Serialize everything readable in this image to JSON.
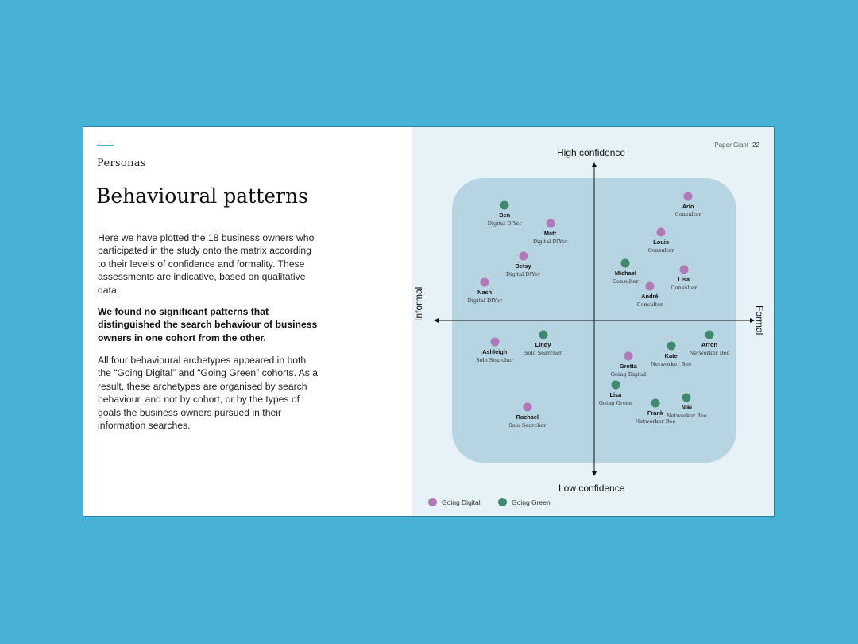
{
  "slide": {
    "section": "Personas",
    "title": "Behavioural patterns",
    "paragraphs": {
      "p1": "Here we have plotted the 18 business owners who participated in the study onto the matrix according to their levels of confidence and formality. These assessments are indicative, based on qualitative data.",
      "p2": "We found no significant patterns that distinguished the search behaviour of business owners in one cohort from the other.",
      "p3": "All four behavioural archetypes appeared in both the “Going Digital” and “Going Green” cohorts. As a result, these archetypes are organised by search behaviour, and not by cohort, or by the types of goals the business owners pursued in their information searches."
    }
  },
  "header": {
    "brand": "Paper Giant",
    "page_number": "22"
  },
  "chart_data": {
    "type": "scatter",
    "axes": {
      "top": "High confidence",
      "bottom": "Low confidence",
      "left": "Informal",
      "right": "Formal"
    },
    "colors": {
      "Going Digital": "#b07ab6",
      "Going Green": "#3f8a6f",
      "matrix": "#b7d4e2"
    },
    "legend": [
      "Going Digital",
      "Going Green"
    ],
    "people": [
      {
        "name": "Ben",
        "role": "Digital DIYer",
        "cohort": "Going Green",
        "formality": -6.3,
        "confidence": 8.1
      },
      {
        "name": "Matt",
        "role": "Digital DIYer",
        "cohort": "Going Digital",
        "formality": -3.1,
        "confidence": 6.8
      },
      {
        "name": "Betsy",
        "role": "Digital DIYer",
        "cohort": "Going Digital",
        "formality": -5.0,
        "confidence": 4.5
      },
      {
        "name": "Nash",
        "role": "Digital DIYer",
        "cohort": "Going Digital",
        "formality": -7.7,
        "confidence": 2.7
      },
      {
        "name": "Arlo",
        "role": "Consulter",
        "cohort": "Going Digital",
        "formality": 6.6,
        "confidence": 8.7
      },
      {
        "name": "Louis",
        "role": "Consulter",
        "cohort": "Going Digital",
        "formality": 4.7,
        "confidence": 6.2
      },
      {
        "name": "Michael",
        "role": "Consulter",
        "cohort": "Going Green",
        "formality": 2.2,
        "confidence": 4.0
      },
      {
        "name": "Lisa",
        "role": "Consulter",
        "cohort": "Going Digital",
        "formality": 6.3,
        "confidence": 3.6
      },
      {
        "name": "André",
        "role": "Consulter",
        "cohort": "Going Digital",
        "formality": 3.9,
        "confidence": 2.4
      },
      {
        "name": "Ashleigh",
        "role": "Solo Searcher",
        "cohort": "Going Digital",
        "formality": -7.0,
        "confidence": -1.5
      },
      {
        "name": "Lindy",
        "role": "Solo Searcher",
        "cohort": "Going Green",
        "formality": -3.6,
        "confidence": -1.0
      },
      {
        "name": "Rachael",
        "role": "Solo Searcher",
        "cohort": "Going Digital",
        "formality": -4.7,
        "confidence": -6.1
      },
      {
        "name": "Arron",
        "role": "Networker Bee",
        "cohort": "Going Green",
        "formality": 8.1,
        "confidence": -1.0
      },
      {
        "name": "Kate",
        "role": "Networker Bee",
        "cohort": "Going Green",
        "formality": 5.4,
        "confidence": -1.8
      },
      {
        "name": "Gretta",
        "role": "Going Digital",
        "cohort": "Going Digital",
        "formality": 2.4,
        "confidence": -2.5
      },
      {
        "name": "Lisa",
        "role": "Going Green",
        "cohort": "Going Green",
        "formality": 1.5,
        "confidence": -4.5
      },
      {
        "name": "Frank",
        "role": "Networker Bee",
        "cohort": "Going Green",
        "formality": 4.3,
        "confidence": -5.8
      },
      {
        "name": "Niki",
        "role": "Networker Bee",
        "cohort": "Going Green",
        "formality": 6.5,
        "confidence": -5.4
      }
    ]
  }
}
